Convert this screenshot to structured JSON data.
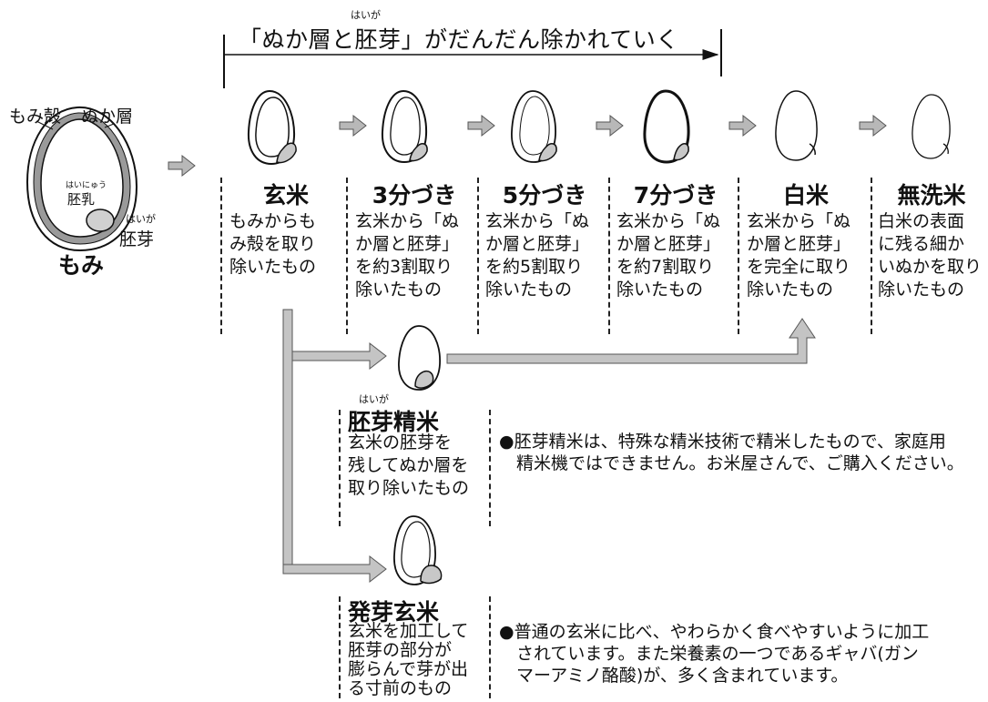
{
  "title": {
    "text": "「ぬか層と胚芽」がだんだん除かれていく",
    "ruby_haiga": "はいが"
  },
  "momi": {
    "label_hull": "もみ殻",
    "label_bran": "ぬか層",
    "ruby_endosperm": "はいにゅう",
    "label_endosperm": "胚乳",
    "ruby_germ": "はいが",
    "label_germ": "胚芽",
    "label_name": "もみ"
  },
  "stages": [
    {
      "name": "玄米",
      "desc": [
        "もみからも",
        "み殻を取り",
        "除いたもの"
      ]
    },
    {
      "name": "3分づき",
      "desc": [
        "玄米から「ぬ",
        "か層と胚芽」",
        "を約3割取り",
        "除いたもの"
      ]
    },
    {
      "name": "5分づき",
      "desc": [
        "玄米から「ぬ",
        "か層と胚芽」",
        "を約5割取り",
        "除いたもの"
      ]
    },
    {
      "name": "7分づき",
      "desc": [
        "玄米から「ぬ",
        "か層と胚芽」",
        "を約7割取り",
        "除いたもの"
      ]
    },
    {
      "name": "白米",
      "desc": [
        "玄米から「ぬ",
        "か層と胚芽」",
        "を完全に取り",
        "除いたもの"
      ]
    },
    {
      "name": "無洗米",
      "desc": [
        "白米の表面",
        "に残る細か",
        "いぬかを取り",
        "除いたもの"
      ]
    }
  ],
  "haiga_seimai": {
    "ruby": "はいが",
    "name": "胚芽精米",
    "desc": [
      "玄米の胚芽を",
      "残してぬか層を",
      "取り除いたもの"
    ],
    "note": [
      "●胚芽精米は、特殊な精米技術で精米したもので、家庭用",
      "精米機ではできません。お米屋さんで、ご購入ください。"
    ]
  },
  "hatsuga_genmai": {
    "name": "発芽玄米",
    "desc": [
      "玄米を加工して",
      "胚芽の部分が",
      "膨らんで芽が出",
      "る寸前のもの"
    ],
    "note": [
      "●普通の玄米に比べ、やわらかく食べやすいように加工",
      "されています。また栄養素の一つであるギャバ(ガン",
      "マーアミノ酪酸)が、多く含まれています。"
    ]
  },
  "colors": {
    "line": "#111111",
    "arrow_fill": "#b8b8b8",
    "arrow_stroke": "#555555",
    "grain_outer": "#9a9a9a",
    "germ_fill": "#c8c8c8"
  }
}
